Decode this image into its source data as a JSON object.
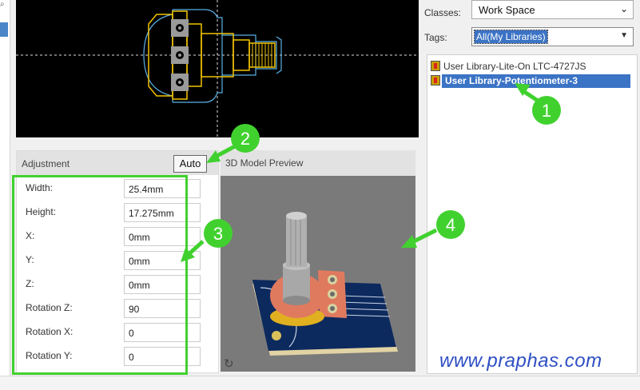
{
  "left_strip": {
    "icon": "magnifier-icon"
  },
  "adjustment": {
    "title": "Adjustment",
    "auto_label": "Auto",
    "rows": [
      {
        "label": "Width:",
        "value": "25.4mm"
      },
      {
        "label": "Height:",
        "value": "17.275mm"
      },
      {
        "label": "X:",
        "value": "0mm"
      },
      {
        "label": "Y:",
        "value": "0mm"
      },
      {
        "label": "Z:",
        "value": "0mm"
      },
      {
        "label": "Rotation Z:",
        "value": "90"
      },
      {
        "label": "Rotation X:",
        "value": "0"
      },
      {
        "label": "Rotation Y:",
        "value": "0"
      }
    ]
  },
  "preview": {
    "title": "3D Model Preview",
    "reset_icon": "rotate-reset-icon"
  },
  "filters": {
    "classes_label": "Classes:",
    "classes_value": "Work Space",
    "tags_label": "Tags:",
    "tags_value": "All(My Libraries)"
  },
  "libraries": [
    {
      "name": "User Library-Lite-On LTC-4727JS",
      "selected": false
    },
    {
      "name": "User Library-Potentiometer-3",
      "selected": true
    }
  ],
  "callouts": [
    "1",
    "2",
    "3",
    "4"
  ],
  "watermark": "www.praphas.com",
  "colors": {
    "highlight_green": "#41d12f",
    "selection_blue": "#3b73c5",
    "footprint_yellow": "#f2c400",
    "silkscreen_blue": "#5ab0e6",
    "board_blue": "#0d2a5e",
    "pad_salmon": "#e07a5f"
  }
}
